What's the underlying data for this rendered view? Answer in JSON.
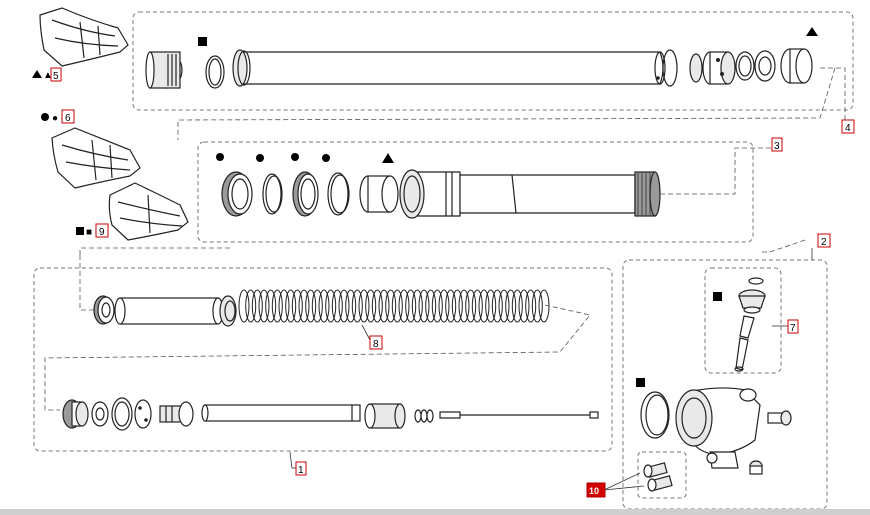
{
  "callouts": {
    "c1": "1",
    "c2": "2",
    "c3": "3",
    "c4": "4",
    "c5": "5",
    "c6": "6",
    "c7": "7",
    "c8": "8",
    "c9": "9",
    "c10": "10"
  },
  "legend": {
    "triangle_eq": "▲ =",
    "circle_eq": "● =",
    "square_eq": "■ ="
  },
  "colors": {
    "callout_border": "#cc0000",
    "callout_highlight": "#d40000"
  },
  "icons": [
    "triangle-marker-icon",
    "circle-marker-icon",
    "square-marker-icon",
    "seal-kit-bag-icon"
  ]
}
